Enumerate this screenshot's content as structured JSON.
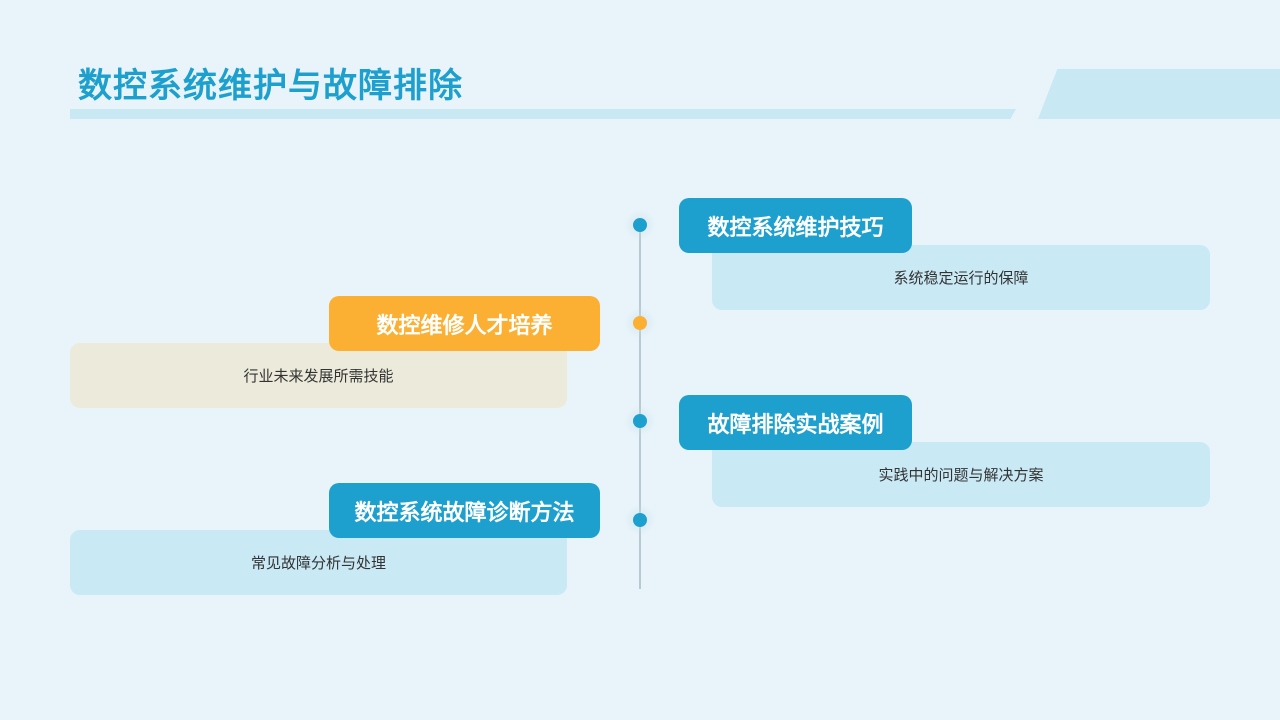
{
  "page": {
    "title": "数控系统维护与故障排除"
  },
  "colors": {
    "accent_blue": "#1ea0cf",
    "accent_orange": "#fbb034",
    "desc_blue": "#c9e9f5",
    "desc_beige": "#ecebdb",
    "background": "#e8f4fa"
  },
  "timeline": {
    "items": [
      {
        "side": "right",
        "color": "blue",
        "heading": "数控系统维护技巧",
        "description": "系统稳定运行的保障"
      },
      {
        "side": "left",
        "color": "orange",
        "heading": "数控维修人才培养",
        "description": "行业未来发展所需技能"
      },
      {
        "side": "right",
        "color": "blue",
        "heading": "故障排除实战案例",
        "description": "实践中的问题与解决方案"
      },
      {
        "side": "left",
        "color": "blue",
        "heading": "数控系统故障诊断方法",
        "description": "常见故障分析与处理"
      }
    ]
  }
}
